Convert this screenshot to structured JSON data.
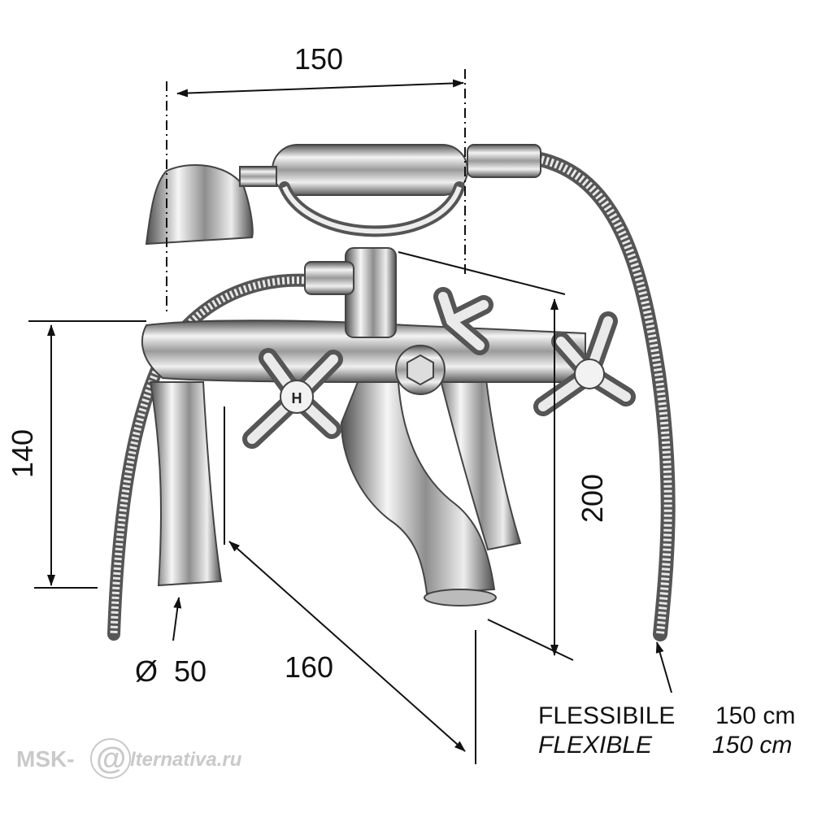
{
  "dimensions": {
    "width_top": "150",
    "height_left": "140",
    "height_right": "200",
    "depth": "160",
    "diameter": "Ø  50"
  },
  "hose_spec": {
    "rows": [
      {
        "label": "FLESSIBILE",
        "value": "150 cm",
        "italic": false
      },
      {
        "label": "FLEXIBLE",
        "value": "150 cm",
        "italic": true
      }
    ]
  },
  "watermark": {
    "left": "MSK-",
    "mark": "@",
    "right": "lternativa.ru"
  },
  "colors": {
    "line": "#111111",
    "chrome_dark": "#555555",
    "chrome_mid": "#9a9a9a",
    "chrome_light": "#f2f2f2",
    "watermark": "#c9c9c9"
  }
}
